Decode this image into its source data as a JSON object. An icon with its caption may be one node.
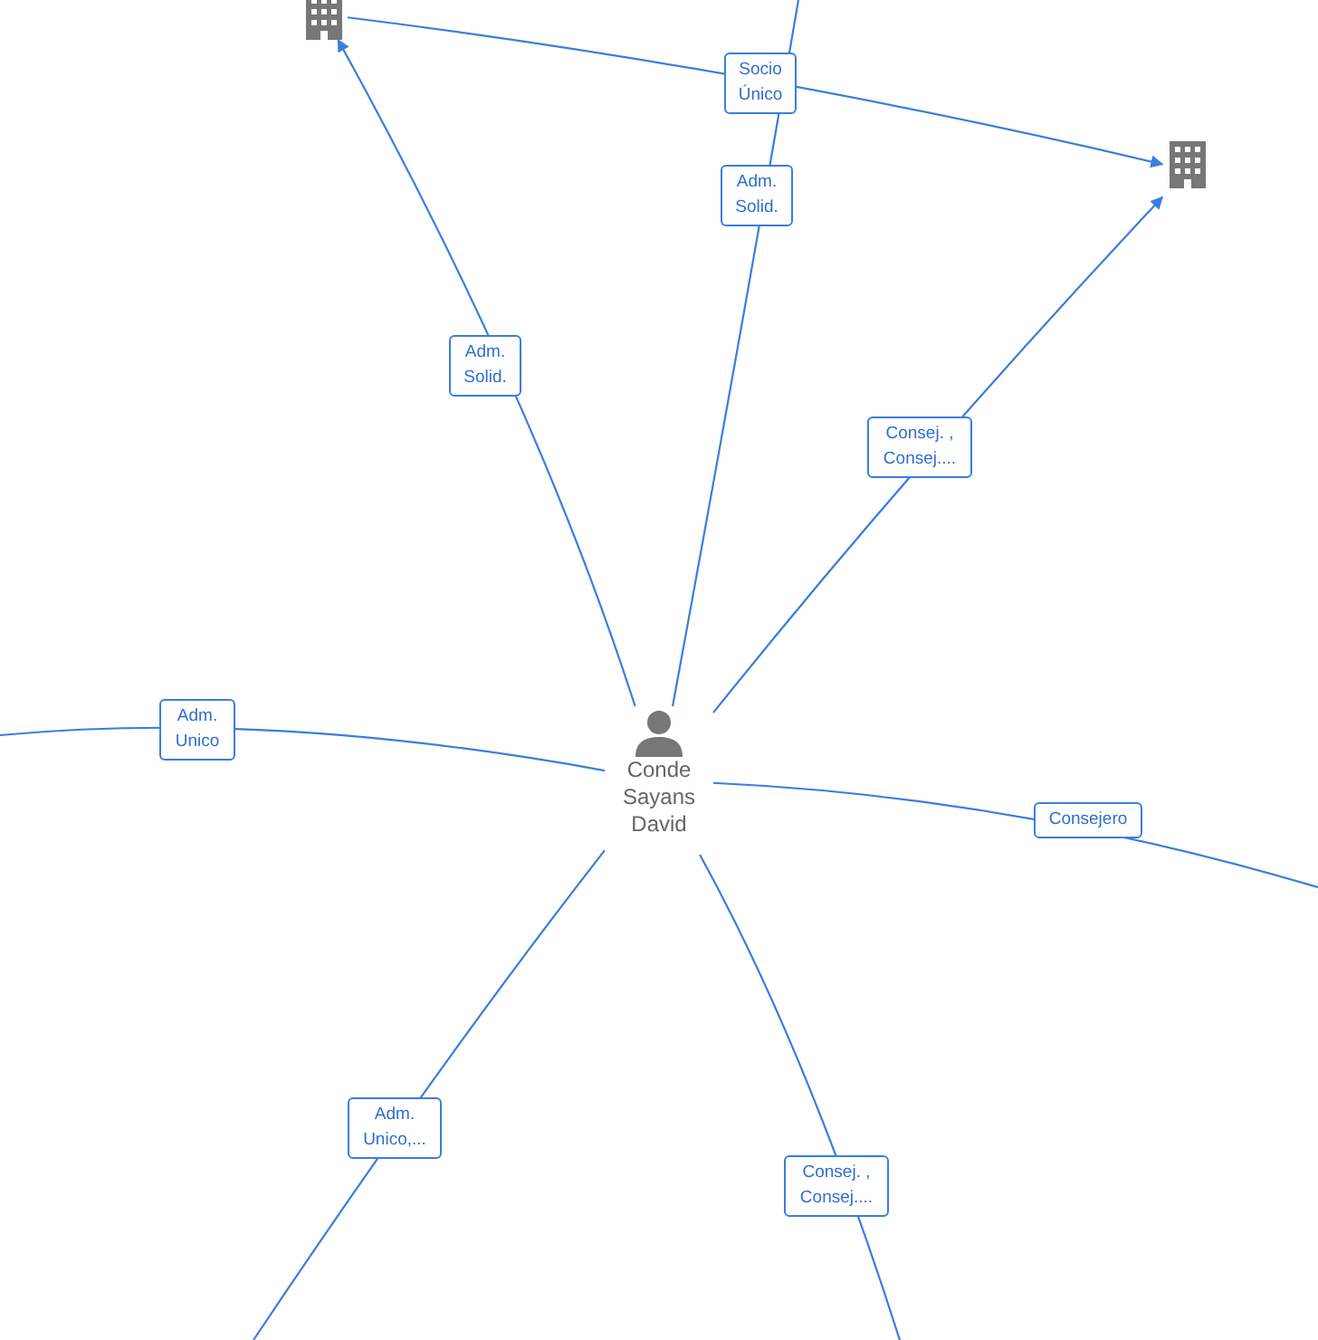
{
  "diagram": {
    "nodes": [
      {
        "text": [],
        "shape": "building"
      },
      {
        "text": [],
        "shape": "building"
      },
      {
        "text": [
          "Conde Sayans David"
        ]
      }
    ],
    "edges": [
      {
        "from": 0,
        "to": 1,
        "arrow": "to",
        "label": "Socio Único"
      },
      {
        "from": 2,
        "to": 0,
        "arrow": "to",
        "label": "Adm. Solid."
      },
      {
        "from": 2,
        "to": null,
        "arrow": "none",
        "label": "Adm. Solid."
      },
      {
        "from": 2,
        "to": 1,
        "arrow": "to",
        "label": "Consej. , Consej...."
      },
      {
        "from": 2,
        "to": null,
        "arrow": "none",
        "label": "Adm. Unico"
      },
      {
        "from": 2,
        "to": null,
        "arrow": "none",
        "label": "Consejero"
      },
      {
        "from": 2,
        "to": null,
        "arrow": "none",
        "label": "Adm. Unico,..."
      },
      {
        "from": 2,
        "to": null,
        "arrow": "none",
        "label": "Consej. , Consej...."
      }
    ]
  }
}
